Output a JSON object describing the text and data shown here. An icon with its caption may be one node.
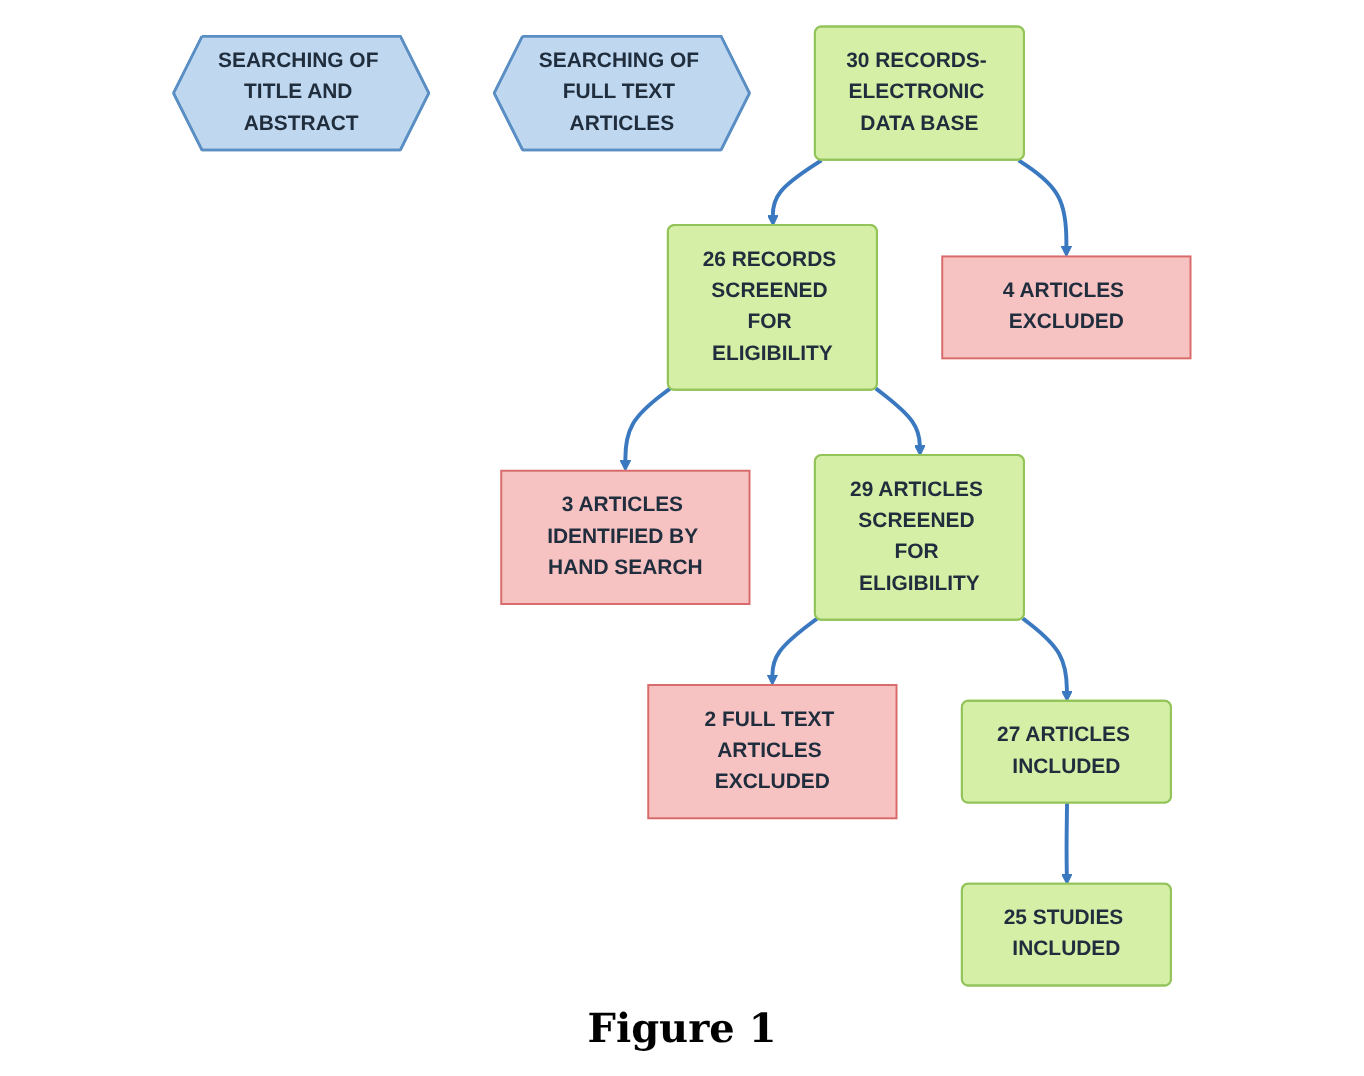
{
  "diagram": {
    "caption": "Figure 1",
    "nodes": [
      {
        "text": [
          "SEARCHING OF TITLE AND ABSTRACT"
        ]
      },
      {
        "text": [
          "SEARCHING OF FULL TEXT ARTICLES"
        ]
      },
      {
        "text": [
          "30 RECORDS- ELECTRONIC DATA BASE"
        ]
      },
      {
        "text": [
          "26 RECORDS SCREENED FOR ELIGIBILITY"
        ]
      },
      {
        "text": [
          "4 ARTICLES EXCLUDED"
        ]
      },
      {
        "text": [
          "3 ARTICLES IDENTIFIED BY HAND SEARCH"
        ]
      },
      {
        "text": [
          "29 ARTICLES SCREENED FOR ELIGIBILITY"
        ]
      },
      {
        "text": [
          "2 FULL TEXT ARTICLES EXCLUDED"
        ]
      },
      {
        "text": [
          "27 ARTICLES INCLUDED"
        ]
      },
      {
        "text": [
          "25 STUDIES INCLUDED"
        ]
      }
    ],
    "edges": [
      {
        "from": 2,
        "to": 3,
        "arrow": "to"
      },
      {
        "from": 2,
        "to": 4,
        "arrow": "to"
      },
      {
        "from": 3,
        "to": 6,
        "arrow": "to"
      },
      {
        "from": 3,
        "to": 5,
        "arrow": "to"
      },
      {
        "from": 6,
        "to": 8,
        "arrow": "to"
      },
      {
        "from": 6,
        "to": 7,
        "arrow": "to"
      },
      {
        "from": 8,
        "to": 9,
        "arrow": "to"
      }
    ]
  }
}
